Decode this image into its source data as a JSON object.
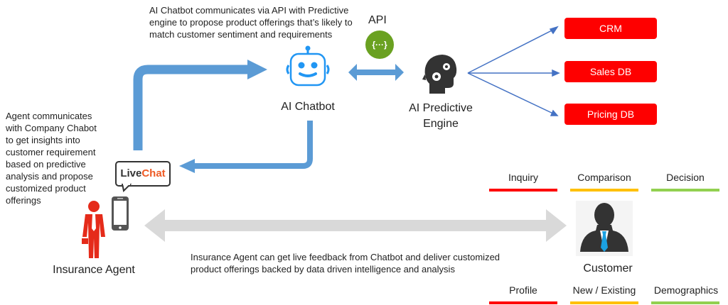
{
  "top_note": [
    "AI Chatbot communicates via API with Predictive",
    "engine to propose product offerings that’s likely to",
    "match customer sentiment and requirements"
  ],
  "api_label": "API",
  "api_icon_glyph": "{···}",
  "chatbot_label": "AI Chatbot",
  "engine_label": [
    "AI Predictive",
    "Engine"
  ],
  "databases": [
    "CRM",
    "Sales DB",
    "Pricing DB"
  ],
  "agent_note": [
    "Agent communicates",
    "with Company Chabot",
    "to get insights into",
    "customer requirement",
    "based on predictive",
    "analysis and propose",
    "customized product",
    "offerings"
  ],
  "livechat": {
    "part1": "Live",
    "part2": "Chat"
  },
  "agent_label": "Insurance Agent",
  "customer_label": "Customer",
  "feedback_note": [
    "Insurance Agent can get live feedback from Chatbot and deliver customized",
    "product offerings backed by data driven intelligence and analysis"
  ],
  "stages_top": [
    {
      "label": "Inquiry",
      "color": "#fe0000"
    },
    {
      "label": "Comparison",
      "color": "#ffc000"
    },
    {
      "label": "Decision",
      "color": "#92d050"
    }
  ],
  "stages_bottom": [
    {
      "label": "Profile",
      "color": "#fe0000"
    },
    {
      "label": "New / Existing",
      "color": "#ffc000"
    },
    {
      "label": "Demographics",
      "color": "#92d050"
    }
  ],
  "colors": {
    "flow_arrow": "#5b9bd5",
    "api_green": "#6aa121",
    "agent_red": "#e52b1a",
    "gray_arrow": "#d9d9d9"
  }
}
